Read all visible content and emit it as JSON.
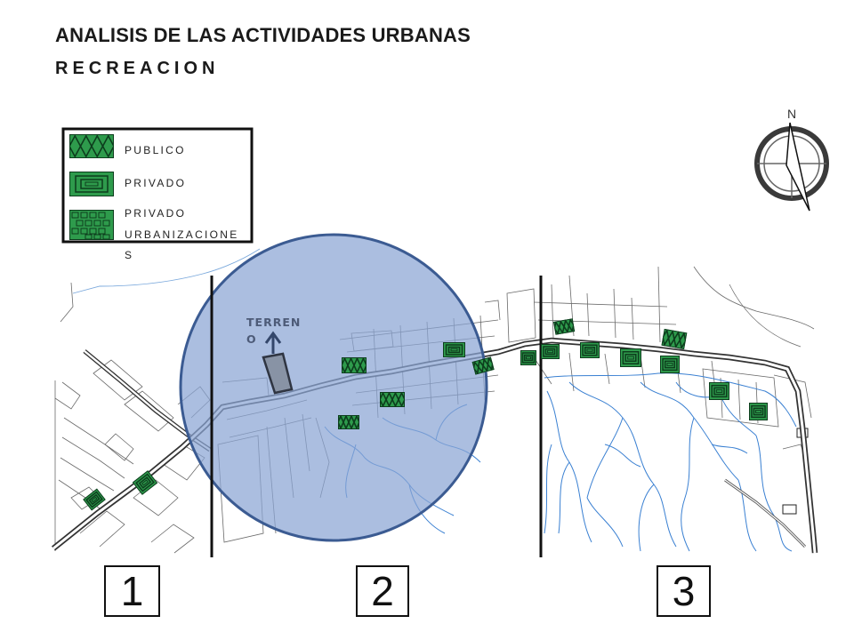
{
  "header": {
    "title": "ANALISIS DE LAS ACTIVIDADES URBANAS",
    "subtitle": "RECREACION"
  },
  "legend": {
    "items": [
      {
        "label": "PUBLICO",
        "pattern": "zigzag-diamond"
      },
      {
        "label": "PRIVADO",
        "pattern": "concentric-rectangle"
      },
      {
        "label_lines": [
          "PRIVADO",
          "URBANIZACIONE",
          "S"
        ],
        "pattern": "square-grid"
      }
    ]
  },
  "compass": {
    "north_label": "N",
    "icon": "north-arrow-icon"
  },
  "map": {
    "site_label_lines": [
      "TERREN",
      "O"
    ],
    "site_icon": "up-arrow-icon",
    "zones": [
      "1",
      "2",
      "3"
    ]
  },
  "colors": {
    "recreation_green": "#2e9b4c",
    "marker_outline": "#0d3d1d",
    "influence_circle": "#8aa5d4",
    "circle_border": "#3b5b92",
    "river": "#3a80d2",
    "site_label": "#4d5b78"
  }
}
